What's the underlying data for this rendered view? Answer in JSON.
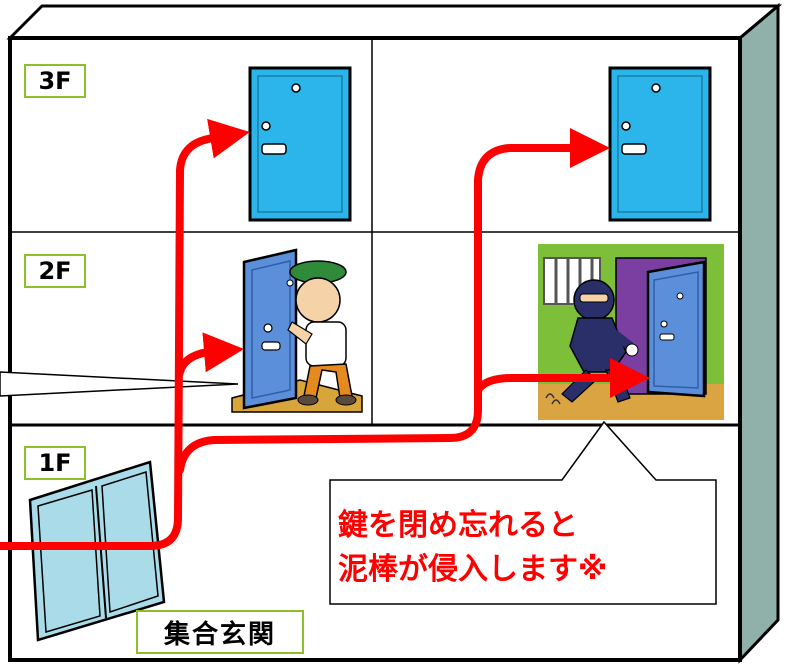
{
  "floors": {
    "f3": "3F",
    "f2": "2F",
    "f1": "1F"
  },
  "callout": {
    "line1": "鍵を閉め忘れると",
    "line2": "泥棒が侵入します※"
  },
  "entrance": "集合玄関",
  "colors": {
    "arrow": "#ff0000",
    "wall_side": "#8fb1aa",
    "door": "#2bb5ea",
    "label_border": "#8dbf2a"
  },
  "icons": [
    "door-icon",
    "neighbor-person-icon",
    "burglar-icon",
    "window-icon",
    "red-arrow-icon"
  ]
}
